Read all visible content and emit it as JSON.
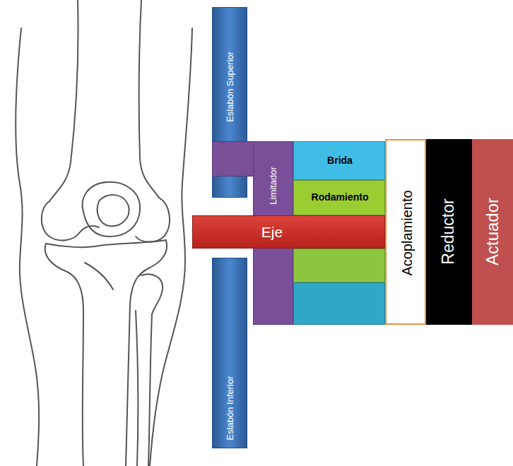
{
  "diagram": {
    "nodes": [
      {
        "text": [
          "Eslabón Superior"
        ]
      },
      {
        "text": [
          "Limitador"
        ]
      },
      {
        "text": [
          "Brida"
        ]
      },
      {
        "text": [
          "Rodamiento"
        ]
      },
      {
        "text": [
          "Eje"
        ]
      },
      {
        "text": [
          "Acoplamiento"
        ]
      },
      {
        "text": [
          "Reductor"
        ]
      },
      {
        "text": [
          "Actuador"
        ]
      },
      {
        "text": [
          "Eslabón Inferior"
        ]
      }
    ]
  }
}
